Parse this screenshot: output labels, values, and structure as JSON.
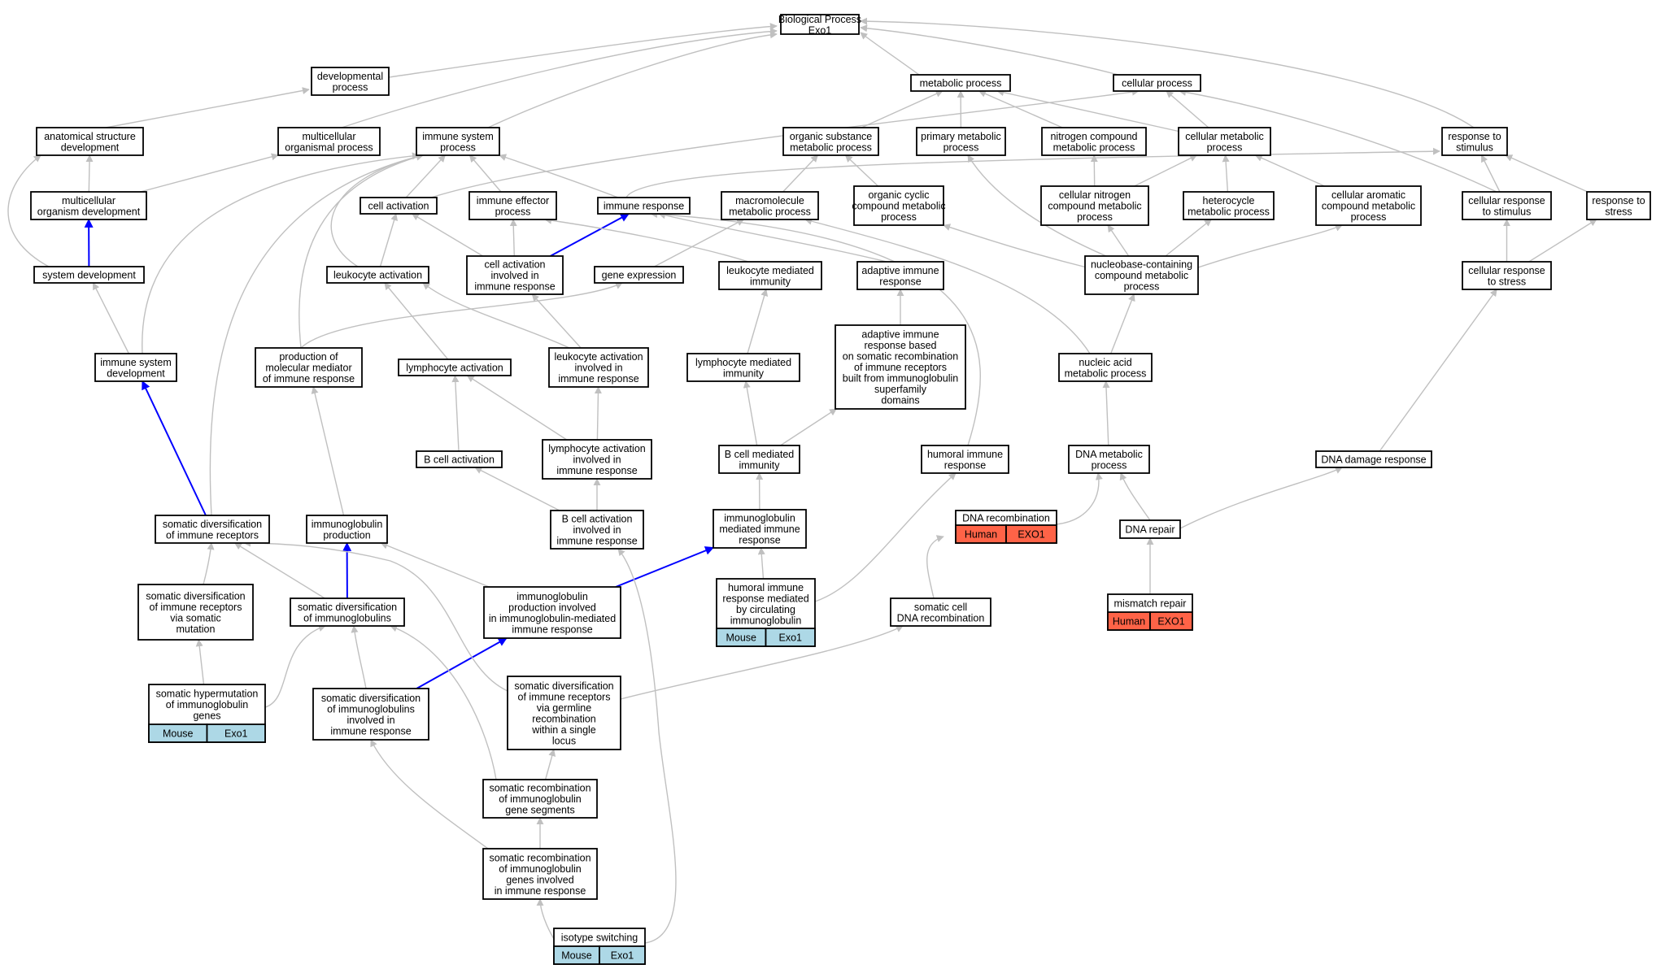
{
  "colors": {
    "edge_gray": "#c0c0c0",
    "edge_blue": "#0000ff",
    "mouse_tag": "#add8e6",
    "human_tag": "#ff6347",
    "node_border": "#000000",
    "background": "#ffffff"
  },
  "nodes": [
    {
      "id": "bp",
      "label": [
        "Biological Process",
        "Exo1"
      ]
    },
    {
      "id": "devproc",
      "label": [
        "developmental",
        "process"
      ]
    },
    {
      "id": "metab",
      "label": [
        "metabolic process"
      ]
    },
    {
      "id": "cellproc",
      "label": [
        "cellular process"
      ]
    },
    {
      "id": "anatdev",
      "label": [
        "anatomical structure",
        "development"
      ]
    },
    {
      "id": "multorg",
      "label": [
        "multicellular",
        "organismal process"
      ]
    },
    {
      "id": "immsys",
      "label": [
        "immune system",
        "process"
      ]
    },
    {
      "id": "orgsub",
      "label": [
        "organic substance",
        "metabolic process"
      ]
    },
    {
      "id": "primet",
      "label": [
        "primary metabolic",
        "process"
      ]
    },
    {
      "id": "nitro",
      "label": [
        "nitrogen compound",
        "metabolic process"
      ]
    },
    {
      "id": "cellmet",
      "label": [
        "cellular metabolic",
        "process"
      ]
    },
    {
      "id": "resstim",
      "label": [
        "response to",
        "stimulus"
      ]
    },
    {
      "id": "multdev",
      "label": [
        "multicellular",
        "organism development"
      ]
    },
    {
      "id": "cellact",
      "label": [
        "cell activation"
      ]
    },
    {
      "id": "immeff",
      "label": [
        "immune effector",
        "process"
      ]
    },
    {
      "id": "immresp",
      "label": [
        "immune response"
      ]
    },
    {
      "id": "macro",
      "label": [
        "macromolecule",
        "metabolic process"
      ]
    },
    {
      "id": "orgcyc",
      "label": [
        "organic cyclic",
        "compound metabolic",
        "process"
      ]
    },
    {
      "id": "cellnit",
      "label": [
        "cellular nitrogen",
        "compound metabolic",
        "process"
      ]
    },
    {
      "id": "hetero",
      "label": [
        "heterocycle",
        "metabolic process"
      ]
    },
    {
      "id": "cellaro",
      "label": [
        "cellular aromatic",
        "compound metabolic",
        "process"
      ]
    },
    {
      "id": "cellresp",
      "label": [
        "cellular response",
        "to stimulus"
      ]
    },
    {
      "id": "resstress",
      "label": [
        "response to",
        "stress"
      ]
    },
    {
      "id": "sysdev",
      "label": [
        "system development"
      ]
    },
    {
      "id": "leukact",
      "label": [
        "leukocyte activation"
      ]
    },
    {
      "id": "cellactinv",
      "label": [
        "cell activation",
        "involved in",
        "immune response"
      ]
    },
    {
      "id": "geneexp",
      "label": [
        "gene expression"
      ]
    },
    {
      "id": "leukmed",
      "label": [
        "leukocyte mediated",
        "immunity"
      ]
    },
    {
      "id": "adapt",
      "label": [
        "adaptive immune",
        "response"
      ]
    },
    {
      "id": "nucbase",
      "label": [
        "nucleobase-containing",
        "compound metabolic",
        "process"
      ]
    },
    {
      "id": "cellstress",
      "label": [
        "cellular response",
        "to stress"
      ]
    },
    {
      "id": "immsysdev",
      "label": [
        "immune system",
        "development"
      ]
    },
    {
      "id": "prodmol",
      "label": [
        "production of",
        "molecular mediator",
        "of immune response"
      ]
    },
    {
      "id": "lymphact",
      "label": [
        "lymphocyte activation"
      ]
    },
    {
      "id": "leukactinv",
      "label": [
        "leukocyte activation",
        "involved in",
        "immune response"
      ]
    },
    {
      "id": "lymphmed",
      "label": [
        "lymphocyte mediated",
        "immunity"
      ]
    },
    {
      "id": "adaptsom",
      "label": [
        "adaptive immune",
        "response based",
        "on somatic recombination",
        "of immune receptors",
        "built from immunoglobulin",
        "superfamily",
        "domains"
      ]
    },
    {
      "id": "nucacid",
      "label": [
        "nucleic acid",
        "metabolic process"
      ]
    },
    {
      "id": "bcellact",
      "label": [
        "B cell activation"
      ]
    },
    {
      "id": "lymphactinv",
      "label": [
        "lymphocyte activation",
        "involved in",
        "immune response"
      ]
    },
    {
      "id": "bcellmed",
      "label": [
        "B cell mediated",
        "immunity"
      ]
    },
    {
      "id": "humoral",
      "label": [
        "humoral immune",
        "response"
      ]
    },
    {
      "id": "dnamet",
      "label": [
        "DNA metabolic",
        "process"
      ]
    },
    {
      "id": "dnadam",
      "label": [
        "DNA damage response"
      ]
    },
    {
      "id": "somdivrec",
      "label": [
        "somatic diversification",
        "of immune receptors"
      ]
    },
    {
      "id": "igprod",
      "label": [
        "immunoglobulin",
        "production"
      ]
    },
    {
      "id": "bcellactinv",
      "label": [
        "B cell activation",
        "involved in",
        "immune response"
      ]
    },
    {
      "id": "igmed",
      "label": [
        "immunoglobulin",
        "mediated immune",
        "response"
      ]
    },
    {
      "id": "dnarec",
      "label": [
        "DNA recombination"
      ],
      "tags": [
        "Human",
        "EXO1"
      ],
      "tagColor": "#ff6347"
    },
    {
      "id": "dnarep",
      "label": [
        "DNA repair"
      ]
    },
    {
      "id": "somdivmut",
      "label": [
        "somatic diversification",
        "of immune receptors",
        "via somatic",
        "mutation"
      ]
    },
    {
      "id": "somdivig",
      "label": [
        "somatic diversification",
        "of immunoglobulins"
      ]
    },
    {
      "id": "igprodinv",
      "label": [
        "immunoglobulin",
        "production involved",
        "in immunoglobulin-mediated",
        "immune response"
      ]
    },
    {
      "id": "humcirc",
      "label": [
        "humoral immune",
        "response mediated",
        "by circulating",
        "immunoglobulin"
      ],
      "tags": [
        "Mouse",
        "Exo1"
      ],
      "tagColor": "#add8e6"
    },
    {
      "id": "somcelldna",
      "label": [
        "somatic cell",
        "DNA recombination"
      ]
    },
    {
      "id": "mismatch",
      "label": [
        "mismatch repair"
      ],
      "tags": [
        "Human",
        "EXO1"
      ],
      "tagColor": "#ff6347"
    },
    {
      "id": "somhyp",
      "label": [
        "somatic hypermutation",
        "of immunoglobulin",
        "genes"
      ],
      "tags": [
        "Mouse",
        "Exo1"
      ],
      "tagColor": "#add8e6"
    },
    {
      "id": "somdivinv",
      "label": [
        "somatic diversification",
        "of immunoglobulins",
        "involved in",
        "immune response"
      ]
    },
    {
      "id": "somdivgerm",
      "label": [
        "somatic diversification",
        "of immune receptors",
        "via germline",
        "recombination",
        "within a single",
        "locus"
      ]
    },
    {
      "id": "somrecig",
      "label": [
        "somatic recombination",
        "of immunoglobulin",
        "gene segments"
      ]
    },
    {
      "id": "somrecinv",
      "label": [
        "somatic recombination",
        "of immunoglobulin",
        "genes involved",
        "in immune response"
      ]
    },
    {
      "id": "isotype",
      "label": [
        "isotype switching"
      ],
      "tags": [
        "Mouse",
        "Exo1"
      ],
      "tagColor": "#add8e6"
    }
  ],
  "edges": [
    [
      "devproc",
      "bp"
    ],
    [
      "metab",
      "bp"
    ],
    [
      "cellproc",
      "bp"
    ],
    [
      "multorg",
      "bp"
    ],
    [
      "immsys",
      "bp"
    ],
    [
      "resstim",
      "bp"
    ],
    [
      "anatdev",
      "devproc"
    ],
    [
      "orgsub",
      "metab"
    ],
    [
      "primet",
      "metab"
    ],
    [
      "nitro",
      "metab"
    ],
    [
      "cellmet",
      "metab"
    ],
    [
      "cellmet",
      "cellproc"
    ],
    [
      "cellact",
      "cellproc"
    ],
    [
      "cellresp",
      "cellproc"
    ],
    [
      "multdev",
      "multorg"
    ],
    [
      "multdev",
      "anatdev"
    ],
    [
      "sysdev",
      "multdev",
      1
    ],
    [
      "sysdev",
      "anatdev"
    ],
    [
      "cellact",
      "immsys"
    ],
    [
      "immeff",
      "immsys"
    ],
    [
      "immresp",
      "immsys"
    ],
    [
      "leukact",
      "immsys"
    ],
    [
      "prodmol",
      "immsys"
    ],
    [
      "immsysdev",
      "immsys"
    ],
    [
      "somdivrec",
      "immsys"
    ],
    [
      "immresp",
      "resstim"
    ],
    [
      "cellresp",
      "resstim"
    ],
    [
      "resstress",
      "resstim"
    ],
    [
      "macro",
      "orgsub"
    ],
    [
      "orgcyc",
      "orgsub"
    ],
    [
      "cellnit",
      "nitro"
    ],
    [
      "cellnit",
      "cellmet"
    ],
    [
      "hetero",
      "cellmet"
    ],
    [
      "cellaro",
      "cellmet"
    ],
    [
      "cellstress",
      "cellresp"
    ],
    [
      "cellstress",
      "resstress"
    ],
    [
      "leukact",
      "cellact"
    ],
    [
      "cellactinv",
      "cellact"
    ],
    [
      "cellactinv",
      "immresp",
      1
    ],
    [
      "cellactinv",
      "immeff"
    ],
    [
      "geneexp",
      "macro"
    ],
    [
      "leukmed",
      "immeff"
    ],
    [
      "adapt",
      "immresp"
    ],
    [
      "humoral",
      "immresp"
    ],
    [
      "nucbase",
      "primet"
    ],
    [
      "nucbase",
      "orgcyc"
    ],
    [
      "nucbase",
      "cellnit"
    ],
    [
      "nucbase",
      "hetero"
    ],
    [
      "nucbase",
      "cellaro"
    ],
    [
      "nucacid",
      "nucbase"
    ],
    [
      "nucacid",
      "macro"
    ],
    [
      "immsysdev",
      "sysdev"
    ],
    [
      "prodmol",
      "geneexp"
    ],
    [
      "lymphact",
      "leukact"
    ],
    [
      "leukactinv",
      "leukact"
    ],
    [
      "leukactinv",
      "cellactinv"
    ],
    [
      "lymphmed",
      "leukmed"
    ],
    [
      "adaptsom",
      "adapt"
    ],
    [
      "bcellact",
      "lymphact"
    ],
    [
      "lymphactinv",
      "lymphact"
    ],
    [
      "lymphactinv",
      "leukactinv"
    ],
    [
      "bcellmed",
      "lymphmed"
    ],
    [
      "bcellmed",
      "adaptsom"
    ],
    [
      "dnamet",
      "nucacid"
    ],
    [
      "dnadam",
      "cellstress"
    ],
    [
      "somdivrec",
      "immsysdev",
      1
    ],
    [
      "igprod",
      "prodmol"
    ],
    [
      "bcellactinv",
      "bcellact"
    ],
    [
      "bcellactinv",
      "lymphactinv"
    ],
    [
      "igmed",
      "bcellmed"
    ],
    [
      "dnarec",
      "dnamet"
    ],
    [
      "dnarep",
      "dnamet"
    ],
    [
      "dnarep",
      "dnadam"
    ],
    [
      "somdivmut",
      "somdivrec"
    ],
    [
      "somdivig",
      "somdivrec"
    ],
    [
      "somdivig",
      "igprod",
      1
    ],
    [
      "igprodinv",
      "igprod"
    ],
    [
      "igprodinv",
      "igmed",
      1
    ],
    [
      "humcirc",
      "igmed"
    ],
    [
      "humcirc",
      "humoral"
    ],
    [
      "somcelldna",
      "dnarec"
    ],
    [
      "mismatch",
      "dnarep"
    ],
    [
      "somhyp",
      "somdivmut"
    ],
    [
      "somhyp",
      "somdivig"
    ],
    [
      "somdivinv",
      "somdivig"
    ],
    [
      "somdivinv",
      "igprodinv",
      1
    ],
    [
      "somdivgerm",
      "somdivrec"
    ],
    [
      "somdivgerm",
      "somcelldna"
    ],
    [
      "somrecig",
      "somdivgerm"
    ],
    [
      "somrecig",
      "somdivig"
    ],
    [
      "somrecinv",
      "somrecig"
    ],
    [
      "somrecinv",
      "somdivinv"
    ],
    [
      "isotype",
      "somrecinv"
    ],
    [
      "isotype",
      "bcellactinv"
    ]
  ]
}
